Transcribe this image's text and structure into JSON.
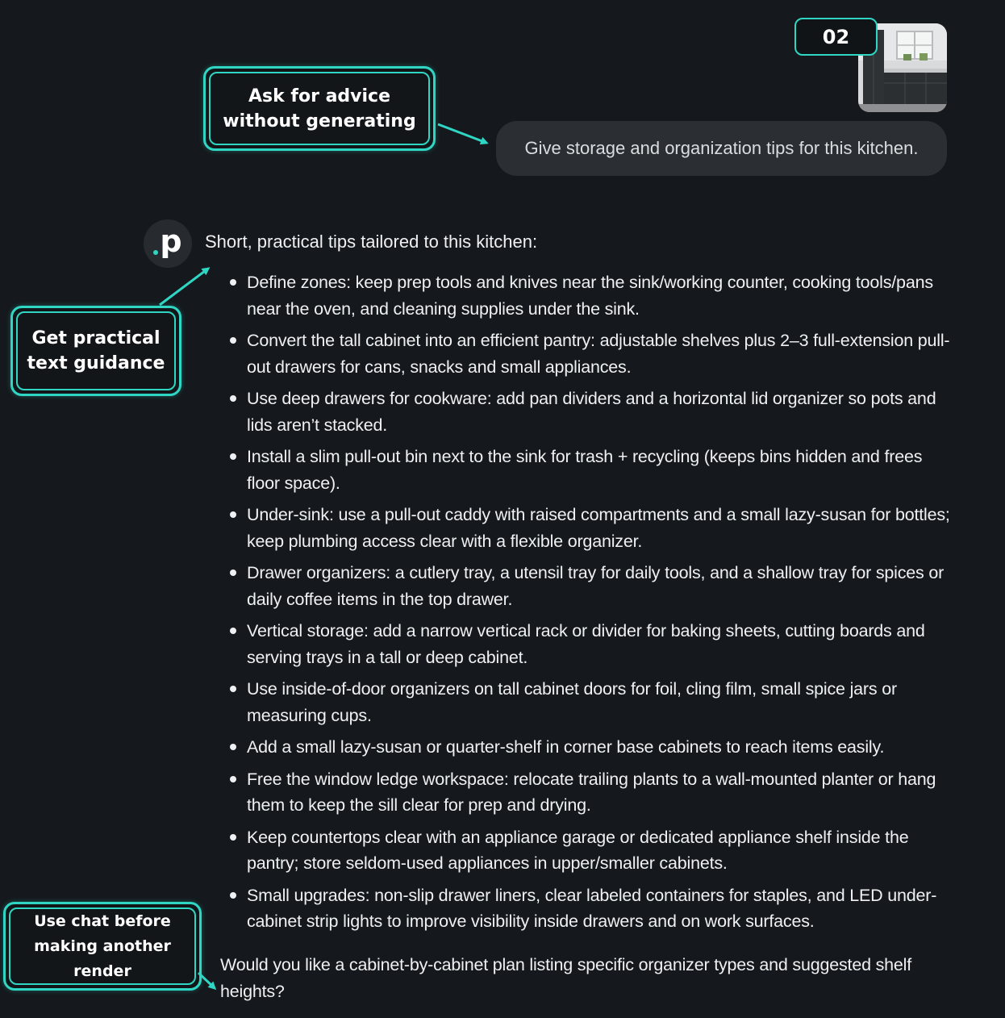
{
  "callouts": {
    "advice": [
      "Ask for advice",
      "without generating"
    ],
    "guidance": [
      "Get practical",
      "text guidance"
    ],
    "chat": [
      "Use chat before",
      "making another render"
    ]
  },
  "step_badge": "02",
  "user_message": "Give storage and organization tips for this kitchen.",
  "assistant": {
    "avatar_letter": "p",
    "intro": "Short, practical tips tailored to this kitchen:",
    "tips": [
      "Define zones: keep prep tools and knives near the sink/working counter, cooking tools/pans near the oven, and cleaning supplies under the sink.",
      "Convert the tall cabinet into an efficient pantry: adjustable shelves plus 2–3 full-extension pull-out drawers for cans, snacks and small appliances.",
      "Use deep drawers for cookware: add pan dividers and a horizontal lid organizer so pots and lids aren’t stacked.",
      "Install a slim pull-out bin next to the sink for trash + recycling (keeps bins hidden and frees floor space).",
      "Under-sink: use a pull-out caddy with raised compartments and a small lazy-susan for bottles; keep plumbing access clear with a flexible organizer.",
      "Drawer organizers: a cutlery tray, a utensil tray for daily tools, and a shallow tray for spices or daily coffee items in the top drawer.",
      "Vertical storage: add a narrow vertical rack or divider for baking sheets, cutting boards and serving trays in a tall or deep cabinet.",
      "Use inside-of-door organizers on tall cabinet doors for foil, cling film, small spice jars or measuring cups.",
      "Add a small lazy-susan or quarter-shelf in corner base cabinets to reach items easily.",
      "Free the window ledge workspace: relocate trailing plants to a wall-mounted planter or hang them to keep the sill clear for prep and drying.",
      "Keep countertops clear with an appliance garage or dedicated appliance shelf inside the pantry; store seldom-used appliances in upper/smaller cabinets.",
      "Small upgrades: non-slip drawer liners, clear labeled containers for staples, and LED under-cabinet strip lights to improve visibility inside drawers and on work surfaces."
    ],
    "closing": "Would you like a cabinet-by-cabinet plan listing specific organizer types and suggested shelf heights?"
  },
  "colors": {
    "background": "#15191d",
    "accent": "#2fd6c3",
    "bubble": "#2b2f33",
    "text": "#eef0f1"
  },
  "icons": {
    "thumbnail": "kitchen-photo-thumbnail",
    "avatar": "assistant-logo-icon"
  }
}
